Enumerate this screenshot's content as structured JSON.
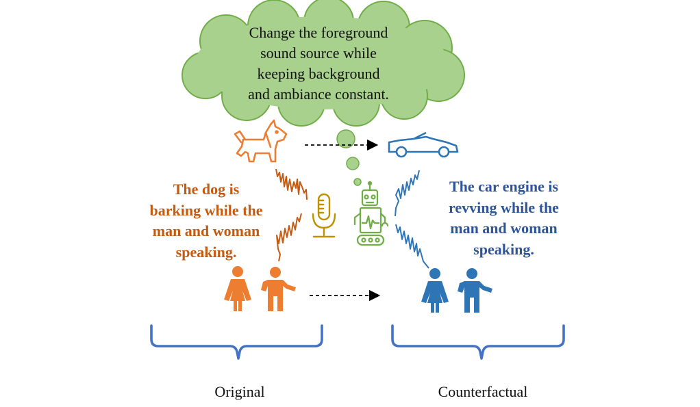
{
  "prompt": {
    "lines": [
      "Change the foreground",
      "sound source while",
      "keeping background",
      "and ambiance constant."
    ]
  },
  "original": {
    "caption_lines": [
      "The dog is",
      "barking while the",
      "man and woman",
      "speaking."
    ],
    "label": "Original"
  },
  "counterfactual": {
    "caption_lines": [
      "The car engine is",
      "revving while the",
      "man and woman",
      "speaking."
    ],
    "label": "Counterfactual"
  },
  "icons": {
    "source_original": "dog-icon",
    "source_counterfactual": "car-icon",
    "people": "man-and-woman-icon",
    "recorder": "microphone-icon",
    "editor": "robot-icon"
  },
  "colors": {
    "original": "#ed7d31",
    "original_text": "#c55a11",
    "original_wave": "#c55a11",
    "counterfactual": "#2e75b6",
    "counterfactual_text": "#2e5597",
    "bracket": "#4472c4",
    "cloud_fill": "#a9d18e",
    "cloud_stroke": "#70ad47",
    "microphone": "#bf9000",
    "robot": "#70ad47"
  }
}
